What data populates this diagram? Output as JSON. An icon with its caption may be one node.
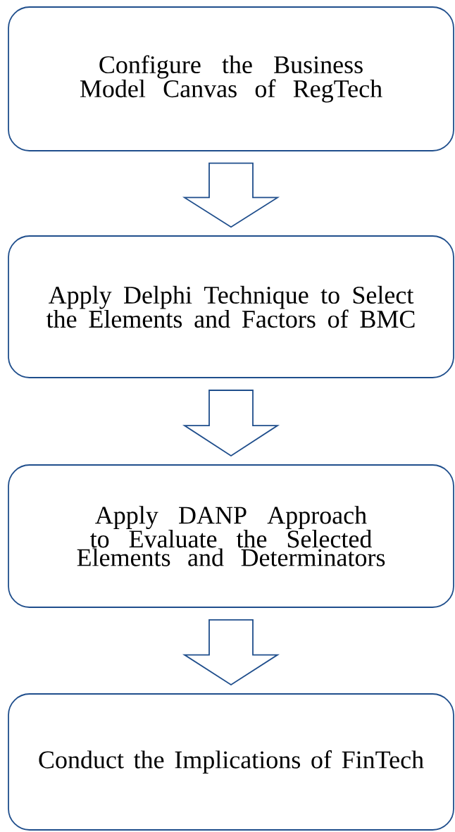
{
  "diagram": {
    "nodes": [
      {
        "text": [
          "Configure the Business Model Canvas of RegTech"
        ]
      },
      {
        "text": [
          "Apply Delphi Technique to Select the Elements and Factors of BMC"
        ]
      },
      {
        "text": [
          "Apply DANP Approach to Evaluate the Selected Elements and Determinators"
        ]
      },
      {
        "text": [
          "Conduct the Implications of FinTech"
        ]
      }
    ],
    "edges": [
      {
        "from": 0,
        "to": 1,
        "arrow": "to"
      },
      {
        "from": 1,
        "to": 2,
        "arrow": "to"
      },
      {
        "from": 2,
        "to": 3,
        "arrow": "to"
      }
    ]
  }
}
